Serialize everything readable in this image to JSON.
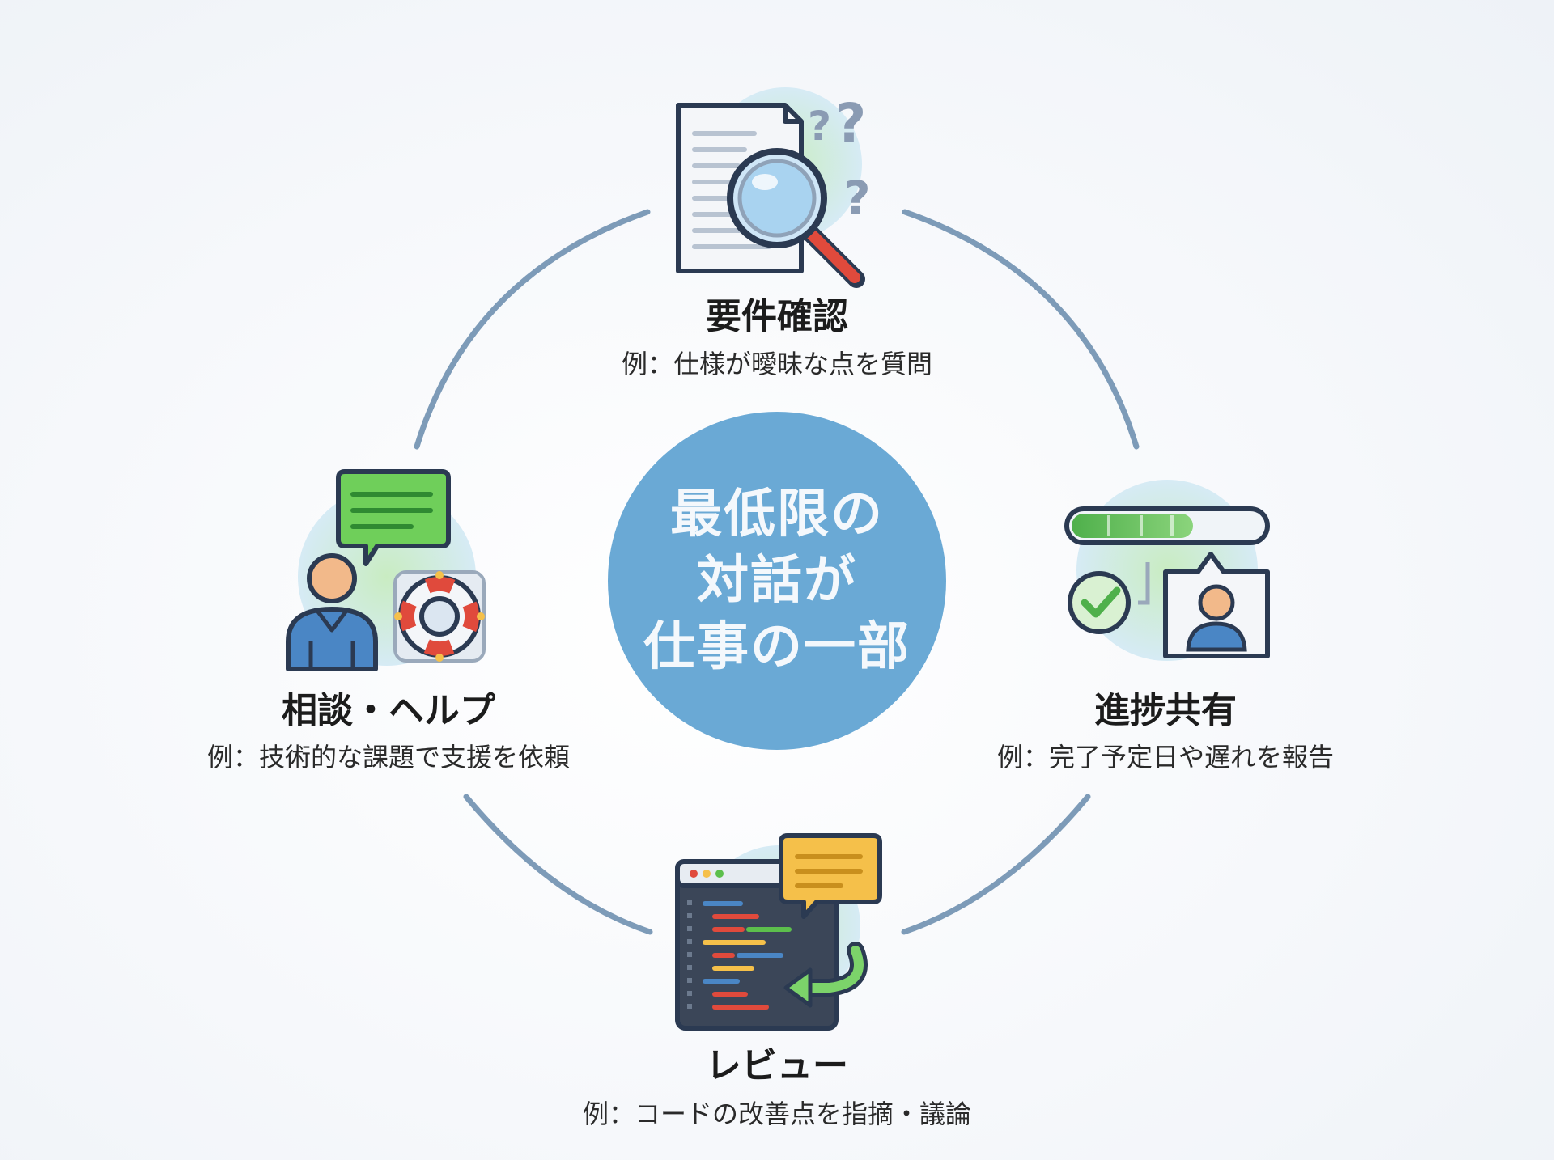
{
  "center": {
    "lines": [
      "最低限の",
      "対話が",
      "仕事の一部"
    ]
  },
  "nodes": {
    "top": {
      "title": "要件確認",
      "desc": "例：仕様が曖昧な点を質問",
      "icon": "document-magnifier-question-icon"
    },
    "right": {
      "title": "進捗共有",
      "desc": "例：完了予定日や遅れを報告",
      "icon": "progress-bar-check-profile-icon"
    },
    "bottom": {
      "title": "レビュー",
      "desc": "例：コードの改善点を指摘・議論",
      "icon": "code-window-comment-icon"
    },
    "left": {
      "title": "相談・ヘルプ",
      "desc": "例：技術的な課題で支援を依頼",
      "icon": "person-chat-lifebuoy-icon"
    }
  },
  "colors": {
    "center_fill": "#6aa9d5",
    "ring_stroke": "#7d9bb8",
    "green_accent": "#5cbf4c",
    "icon_outline": "#2b3a52",
    "magnifier_handle": "#e04a3c",
    "comment_yellow": "#f5c04a",
    "chat_green": "#6fcf5a"
  }
}
